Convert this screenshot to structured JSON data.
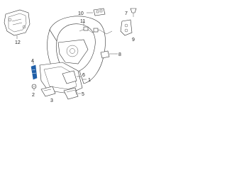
{
  "callouts": [
    {
      "id": "c1",
      "text": "1"
    },
    {
      "id": "c2",
      "text": "2"
    },
    {
      "id": "c3",
      "text": "3"
    },
    {
      "id": "c4",
      "text": "4"
    },
    {
      "id": "c5",
      "text": "5"
    },
    {
      "id": "c6",
      "text": "6"
    },
    {
      "id": "c7",
      "text": "7"
    },
    {
      "id": "c8",
      "text": "8"
    },
    {
      "id": "c9",
      "text": "9"
    },
    {
      "id": "c10",
      "text": "10"
    },
    {
      "id": "c11",
      "text": "11"
    },
    {
      "id": "c12",
      "text": "12"
    }
  ],
  "colors": {
    "line": "#333333",
    "highlight": "#1f5fa8",
    "background": "#ffffff"
  }
}
